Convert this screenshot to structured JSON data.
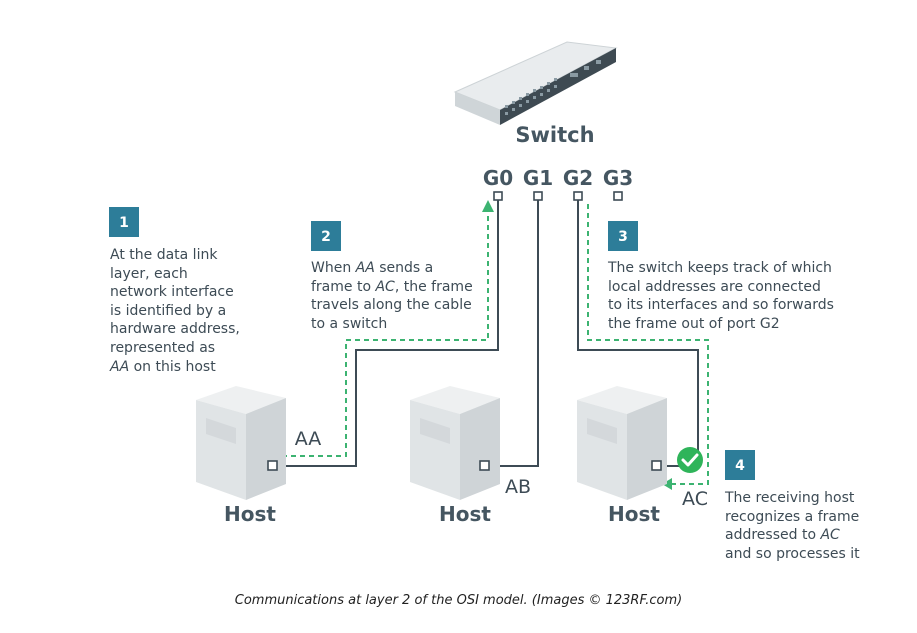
{
  "switch": {
    "label": "Switch"
  },
  "ports": [
    {
      "id": "g0",
      "label": "G0"
    },
    {
      "id": "g1",
      "label": "G1"
    },
    {
      "id": "g2",
      "label": "G2"
    },
    {
      "id": "g3",
      "label": "G3"
    }
  ],
  "hosts": [
    {
      "label": "Host",
      "address": "AA"
    },
    {
      "label": "Host",
      "address": "AB"
    },
    {
      "label": "Host",
      "address": "AC"
    }
  ],
  "steps": [
    {
      "number": "1",
      "text": "At the data link layer, each network interface is identified by a hardware address, represented as AA on this host"
    },
    {
      "number": "2",
      "text": "When AA sends a frame to AC, the frame travels along the cable to a switch"
    },
    {
      "number": "3",
      "text": "The switch keeps track of which local addresses are connected to its interfaces and so forwards the frame out of port G2"
    },
    {
      "number": "4",
      "text": "The receiving host recognizes a frame addressed to AC and so processes it"
    }
  ],
  "step_texts": {
    "s1": {
      "l1": "At the data link",
      "l2": "layer, each",
      "l3": "network interface",
      "l4": "is identified by a",
      "l5": "hardware address,",
      "l6": "represented as",
      "l7a": "AA",
      "l7b": " on this host"
    },
    "s2": {
      "l1a": "When ",
      "l1b": "AA",
      "l1c": " sends a",
      "l2a": "frame to ",
      "l2b": "AC",
      "l2c": ", the frame",
      "l3": "travels along the cable",
      "l4": "to a switch"
    },
    "s3": {
      "l1": "The switch keeps track of which",
      "l2": "local addresses are connected",
      "l3": "to its interfaces and so forwards",
      "l4": "the frame out of port G2"
    },
    "s4": {
      "l1": "The receiving host",
      "l2": "recognizes a frame",
      "l3a": "addressed to ",
      "l3b": "AC",
      "l4": "and so processes it"
    }
  },
  "caption": "Communications at layer 2 of the OSI model. (Images © 123RF.com)",
  "colors": {
    "step_badge": "#2d7d99",
    "frame_path": "#3cb371",
    "cable": "#3d4b55",
    "check": "#2fb45a"
  }
}
